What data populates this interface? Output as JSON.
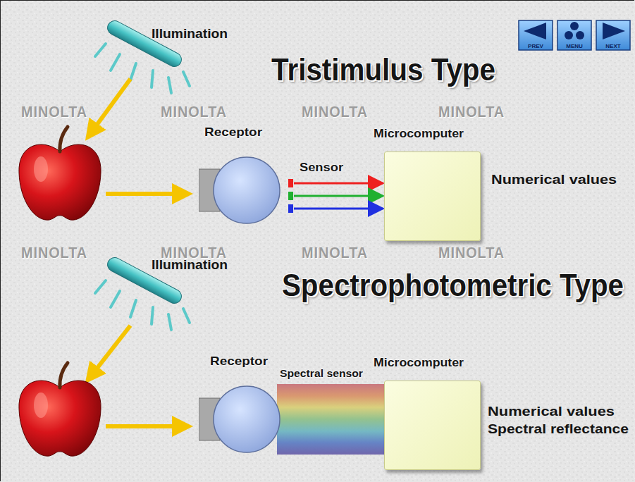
{
  "diagram": {
    "nodes": [
      {
        "text": [
          "PREV"
        ]
      },
      {
        "text": [
          "MENU"
        ]
      },
      {
        "text": [
          "NEXT"
        ]
      },
      {
        "text": [
          "Receptor"
        ]
      },
      {
        "text": [
          "Microcomputer"
        ]
      },
      {
        "text": [
          "Receptor"
        ]
      },
      {
        "text": [
          "Microcomputer"
        ]
      }
    ],
    "edges": [
      {
        "from": 3,
        "to": 4,
        "arrow": "to",
        "label": "Sensor"
      },
      {
        "from": 5,
        "to": 6,
        "arrow": "none",
        "label": "Spectral sensor"
      }
    ],
    "labels": [
      "Illumination",
      "Tristimulus Type",
      "Numerical values",
      "Illumination",
      "Spectrophotometric Type",
      "Numerical values",
      "Spectral reflectance",
      "MINOLTA",
      "MINOLTA",
      "MINOLTA",
      "MINOLTA",
      "MINOLTA",
      "MINOLTA",
      "MINOLTA",
      "MINOLTA"
    ]
  }
}
